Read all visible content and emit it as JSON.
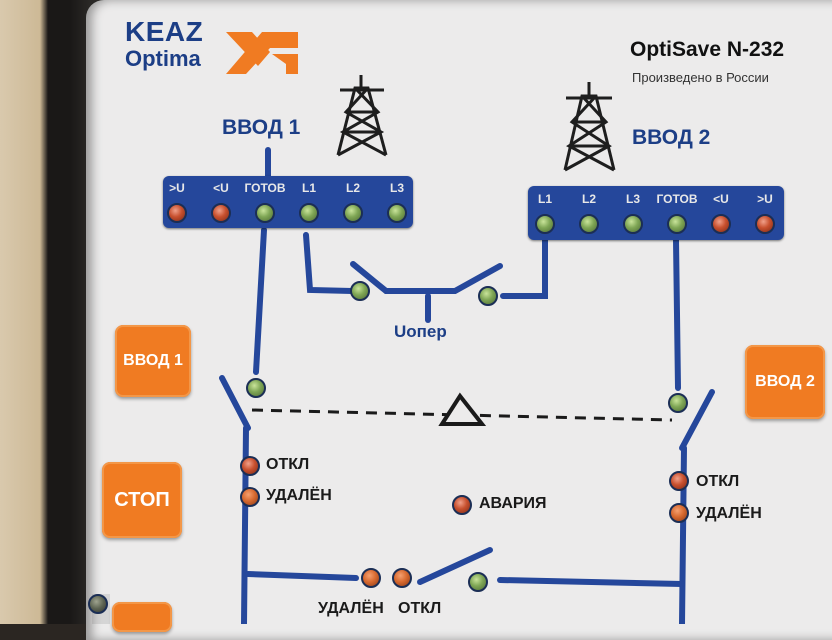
{
  "brand": {
    "line1": "KEAZ",
    "line2": "Optima"
  },
  "product": {
    "name": "OptiSave N-232",
    "made_in": "Произведено в России"
  },
  "input1": {
    "label": "ВВОД 1",
    "indicators": [
      {
        "caption": ">U",
        "state": "red"
      },
      {
        "caption": "<U",
        "state": "red"
      },
      {
        "caption": "ГОТОВ",
        "state": "green"
      },
      {
        "caption": "L1",
        "state": "green"
      },
      {
        "caption": "L2",
        "state": "green"
      },
      {
        "caption": "L3",
        "state": "green"
      }
    ]
  },
  "input2": {
    "label": "ВВОД 2",
    "indicators": [
      {
        "caption": "L1",
        "state": "green"
      },
      {
        "caption": "L2",
        "state": "green"
      },
      {
        "caption": "L3",
        "state": "green"
      },
      {
        "caption": "ГОТОВ",
        "state": "green"
      },
      {
        "caption": "<U",
        "state": "red"
      },
      {
        "caption": ">U",
        "state": "red"
      }
    ]
  },
  "operating_voltage_label": "Uопер",
  "buttons": {
    "input1": "ВВОД 1",
    "input2": "ВВОД 2",
    "stop": "СТОП"
  },
  "status": {
    "left_off": "ОТКЛ",
    "left_remote": "УДАЛЁН",
    "right_off": "ОТКЛ",
    "right_remote": "УДАЛЁН",
    "alarm": "АВАРИЯ",
    "bottom_remote": "УДАЛЁН",
    "bottom_off": "ОТКЛ"
  },
  "colors": {
    "panel_blue": "#25479b",
    "button_orange": "#f07b22",
    "brand_blue": "#1c3e86"
  }
}
